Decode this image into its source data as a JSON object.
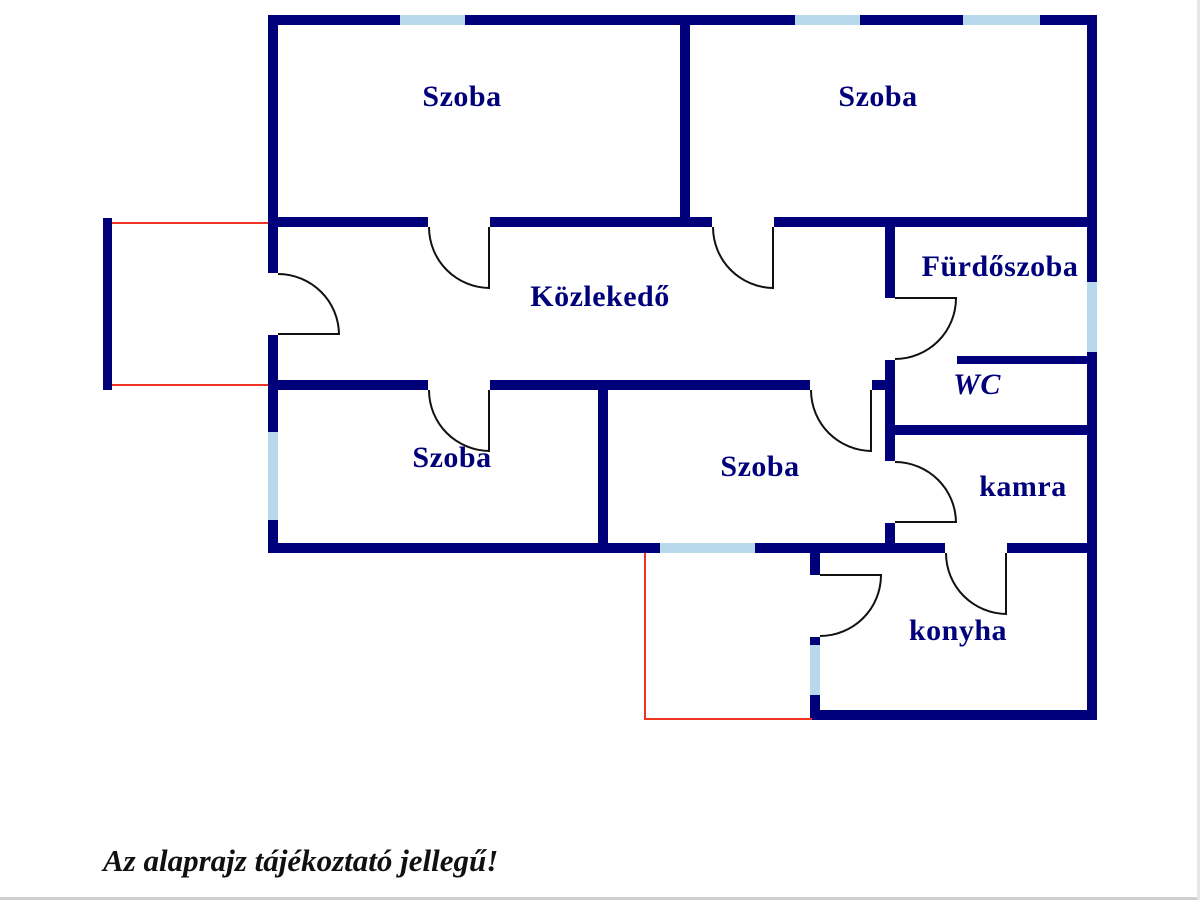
{
  "diagram_type": "floor-plan",
  "rooms": [
    {
      "id": "szoba-top-left",
      "label": "Szoba"
    },
    {
      "id": "szoba-top-right",
      "label": "Szoba"
    },
    {
      "id": "kozlekedo",
      "label": "Közlekedő"
    },
    {
      "id": "furdoszoba",
      "label": "Fürdőszoba"
    },
    {
      "id": "wc",
      "label": "WC"
    },
    {
      "id": "szoba-bottom-left",
      "label": "Szoba"
    },
    {
      "id": "szoba-bottom-mid",
      "label": "Szoba"
    },
    {
      "id": "kamra",
      "label": "kamra"
    },
    {
      "id": "konyha",
      "label": "konyha"
    }
  ],
  "disclaimer": "Az alaprajz tájékoztató jellegű!",
  "colors": {
    "wall": "#00007a",
    "label": "#00007a",
    "window": "#b8d8ec",
    "terrace_line": "#ee3322",
    "door": "#111111",
    "background": "#ffffff",
    "frame_edge": "#cfcfcf"
  }
}
